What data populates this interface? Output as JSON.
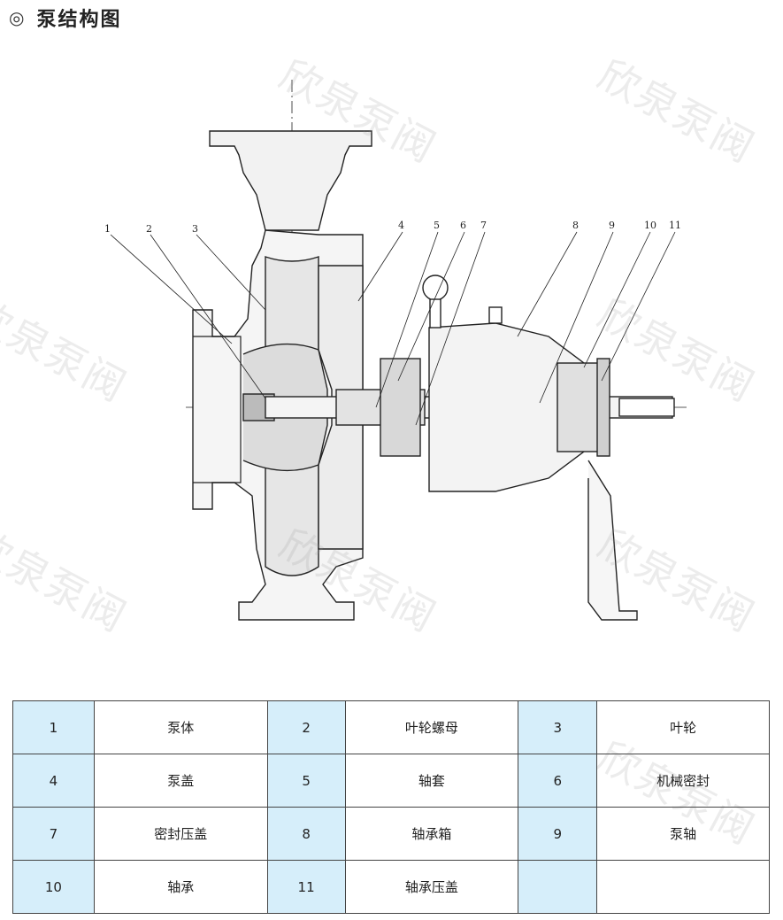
{
  "header": {
    "symbol": "◎",
    "title": "泵结构图"
  },
  "watermark": "欣泉泵阀",
  "callouts": [
    "1",
    "2",
    "3",
    "4",
    "5",
    "6",
    "7",
    "8",
    "9",
    "10",
    "11"
  ],
  "parts": [
    [
      {
        "no": "1",
        "name": "泵体"
      },
      {
        "no": "2",
        "name": "叶轮螺母"
      },
      {
        "no": "3",
        "name": "叶轮"
      }
    ],
    [
      {
        "no": "4",
        "name": "泵盖"
      },
      {
        "no": "5",
        "name": "轴套"
      },
      {
        "no": "6",
        "name": "机械密封"
      }
    ],
    [
      {
        "no": "7",
        "name": "密封压盖"
      },
      {
        "no": "8",
        "name": "轴承箱"
      },
      {
        "no": "9",
        "name": "泵轴"
      }
    ],
    [
      {
        "no": "10",
        "name": "轴承"
      },
      {
        "no": "11",
        "name": "轴承压盖"
      },
      {
        "no": "",
        "name": ""
      }
    ]
  ]
}
